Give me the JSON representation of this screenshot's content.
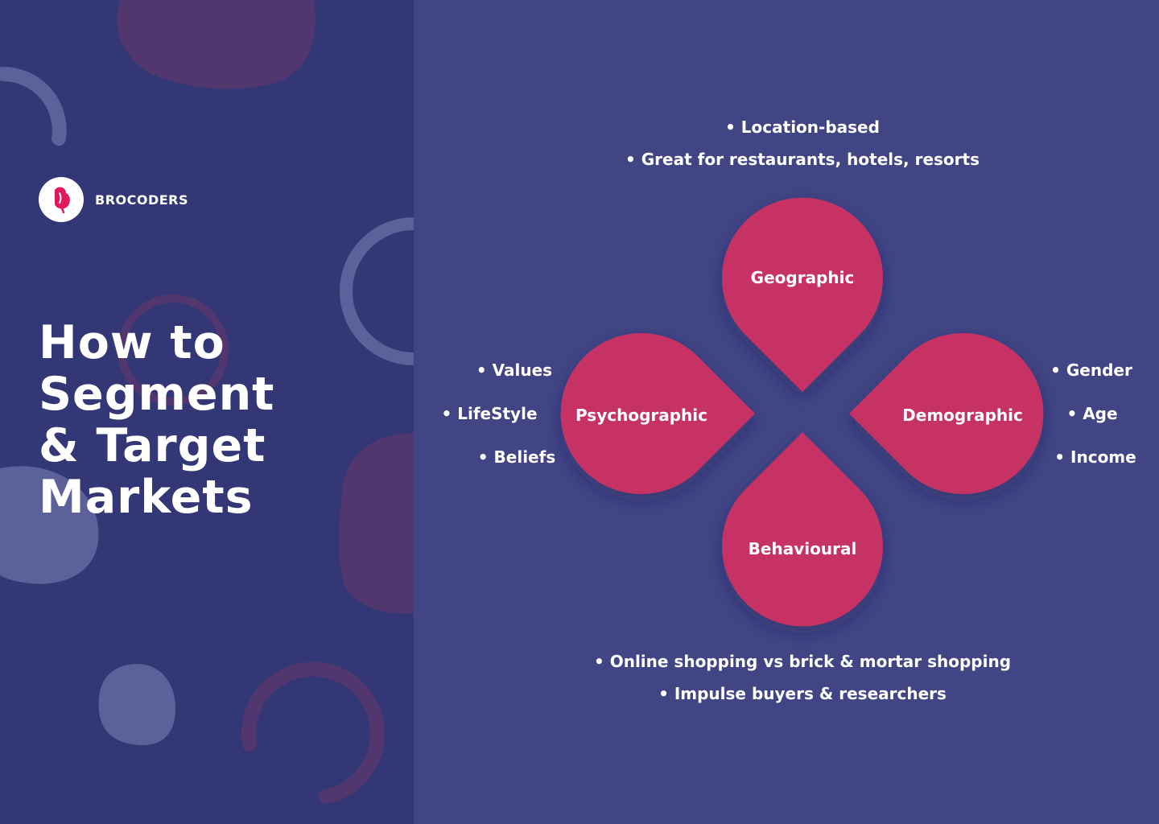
{
  "brand": {
    "name": "BROCODERS"
  },
  "title": {
    "lines": [
      "How to",
      "Segment",
      "& Target",
      "Markets"
    ]
  },
  "colors": {
    "left_bg": "#333775",
    "right_bg": "#414584",
    "petal": "#c63263",
    "logo_accent": "#e0195b"
  },
  "segments": {
    "geographic": {
      "label": "Geographic",
      "bullets": [
        "• Location-based",
        "• Great for restaurants, hotels, resorts"
      ]
    },
    "psychographic": {
      "label": "Psychographic",
      "bullets": [
        "• Values",
        "• LifeStyle",
        "• Beliefs"
      ]
    },
    "demographic": {
      "label": "Demographic",
      "bullets": [
        "• Gender",
        "• Age",
        "• Income"
      ]
    },
    "behavioural": {
      "label": "Behavioural",
      "bullets": [
        "• Online shopping vs brick & mortar shopping",
        "• Impulse buyers & researchers"
      ]
    }
  }
}
